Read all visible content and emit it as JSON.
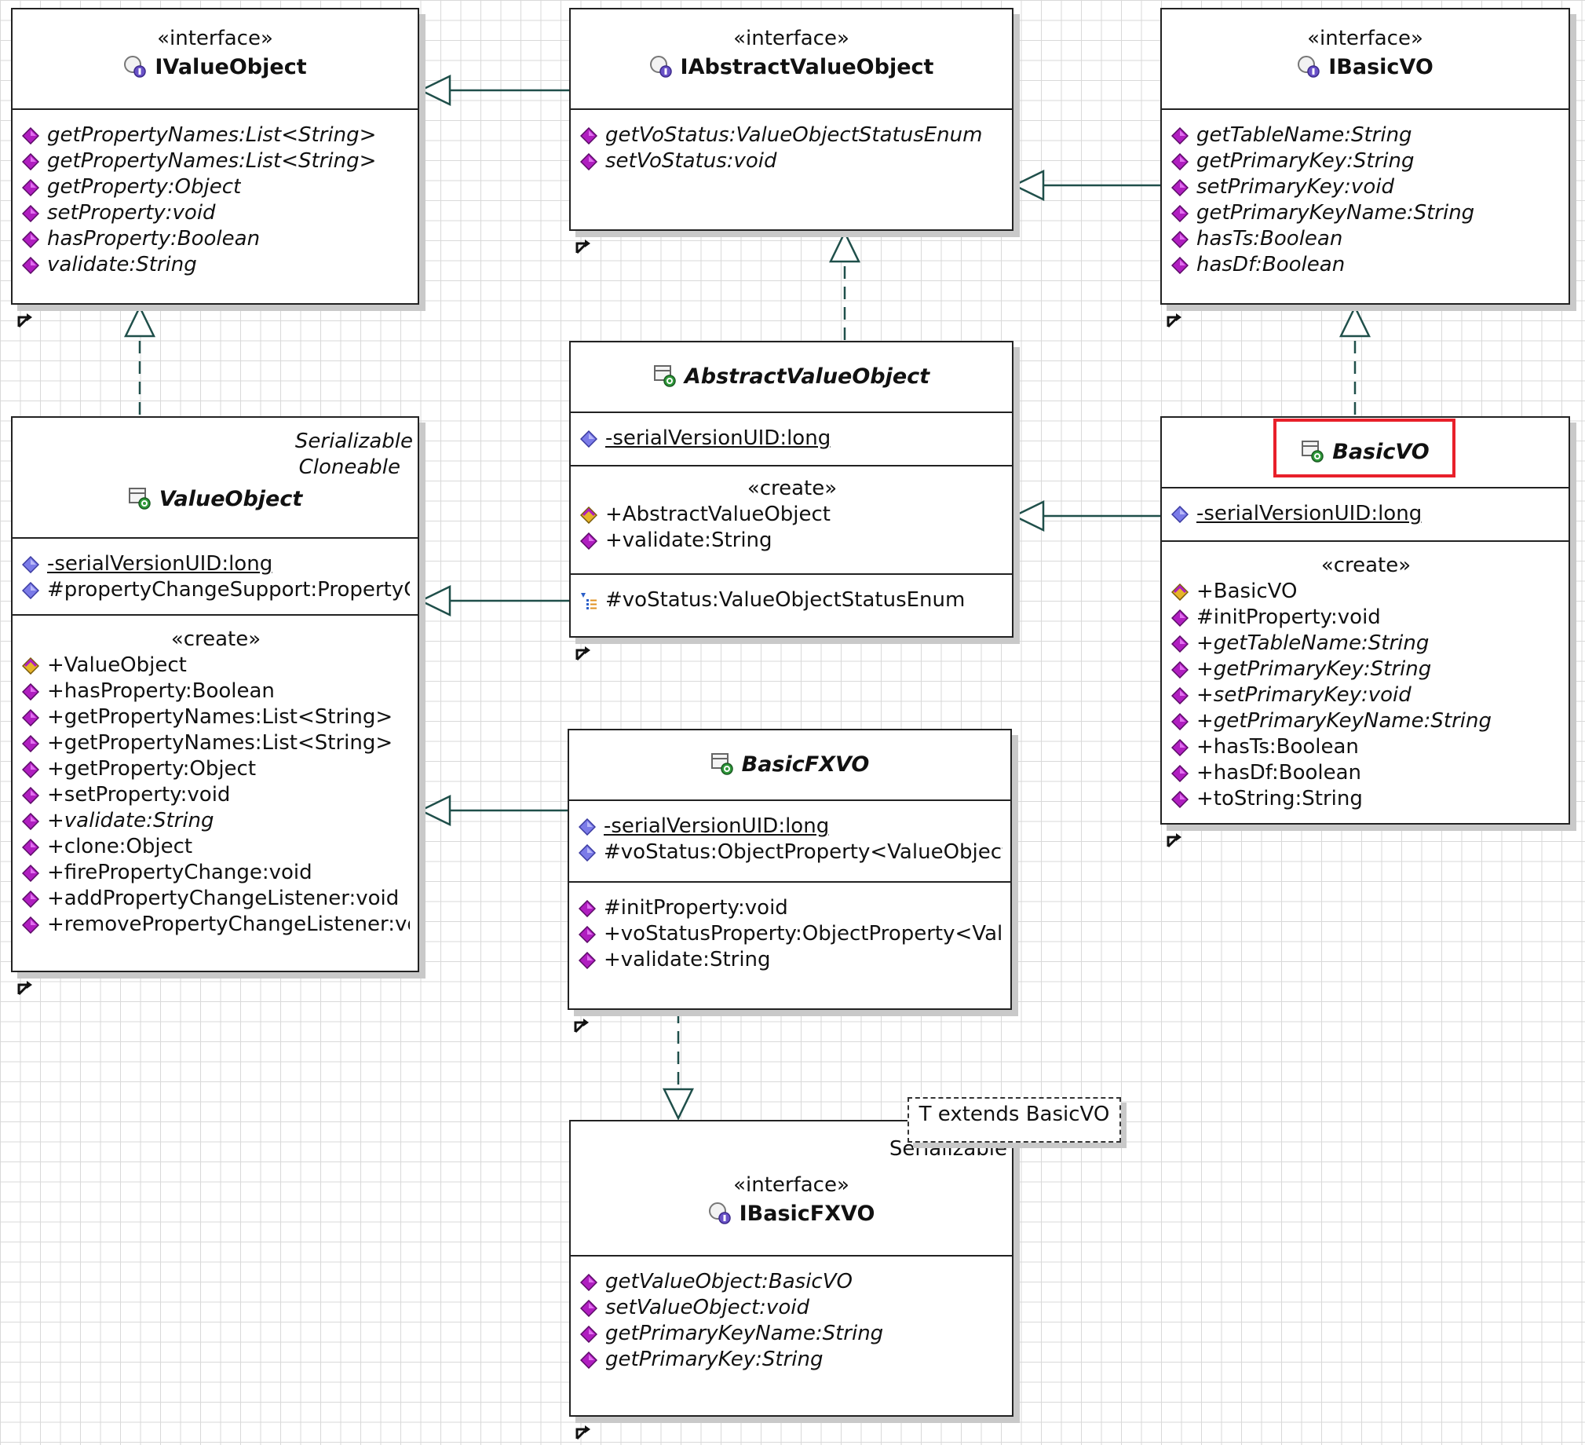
{
  "classes": {
    "ivalueobject": {
      "stereotype": "«interface»",
      "name": "IValueObject",
      "methods": [
        "getPropertyNames:List<String>",
        "getPropertyNames:List<String>",
        "getProperty:Object",
        "setProperty:void",
        "hasProperty:Boolean",
        "validate:String"
      ]
    },
    "iabstractvalueobject": {
      "stereotype": "«interface»",
      "name": "IAbstractValueObject",
      "methods": [
        "getVoStatus:ValueObjectStatusEnum",
        "setVoStatus:void"
      ]
    },
    "ibasicvo": {
      "stereotype": "«interface»",
      "name": "IBasicVO",
      "methods": [
        "getTableName:String",
        "getPrimaryKey:String",
        "setPrimaryKey:void",
        "getPrimaryKeyName:String",
        "hasTs:Boolean",
        "hasDf:Boolean"
      ]
    },
    "abstractvalueobject": {
      "name": "AbstractValueObject",
      "field": "-serialVersionUID:long",
      "create_label": "«create»",
      "constructor": "+AbstractValueObject",
      "methods": [
        "+validate:String"
      ],
      "protected_field": "#voStatus:ValueObjectStatusEnum"
    },
    "valueobject": {
      "interfaces": [
        "Serializable",
        "Cloneable"
      ],
      "name": "ValueObject",
      "fields": [
        "-serialVersionUID:long",
        "#propertyChangeSupport:PropertyChan"
      ],
      "create_label": "«create»",
      "constructor": "+ValueObject",
      "methods": [
        "+hasProperty:Boolean",
        "+getPropertyNames:List<String>",
        "+getPropertyNames:List<String>",
        "+getProperty:Object",
        "+setProperty:void",
        "+validate:String",
        "+clone:Object",
        "+firePropertyChange:void",
        "+addPropertyChangeListener:void",
        "+removePropertyChangeListener:void"
      ]
    },
    "basicvo": {
      "name": "BasicVO",
      "field": "-serialVersionUID:long",
      "create_label": "«create»",
      "constructor": "+BasicVO",
      "methods": [
        "#initProperty:void",
        "+getTableName:String",
        "+getPrimaryKey:String",
        "+setPrimaryKey:void",
        "+getPrimaryKeyName:String",
        "+hasTs:Boolean",
        "+hasDf:Boolean",
        "+toString:String"
      ]
    },
    "basicfxvo": {
      "name": "BasicFXVO",
      "fields": [
        "-serialVersionUID:long",
        "#voStatus:ObjectProperty<ValueObjectSta"
      ],
      "methods": [
        "#initProperty:void",
        "+voStatusProperty:ObjectProperty<ValueC",
        "+validate:String"
      ]
    },
    "ibasicfxvo": {
      "template_param": "T extends BasicVO",
      "implements": "Serializable",
      "stereotype": "«interface»",
      "name": "IBasicFXVO",
      "methods": [
        "getValueObject:BasicVO",
        "setValueObject:void",
        "getPrimaryKeyName:String",
        "getPrimaryKey:String"
      ]
    }
  },
  "colors": {
    "connector": "#1f4f4a",
    "highlight": "#e8202a",
    "method_icon": "#b01ec0",
    "field_icon": "#6f6fe0",
    "constructor_icon": "#d8a020"
  },
  "icons": {
    "interface": "interface-icon",
    "class": "class-icon",
    "method": "method-icon",
    "field": "field-icon",
    "constructor": "constructor-icon",
    "protected_field": "protected-field-icon",
    "corner": "corner-arrow-icon"
  }
}
